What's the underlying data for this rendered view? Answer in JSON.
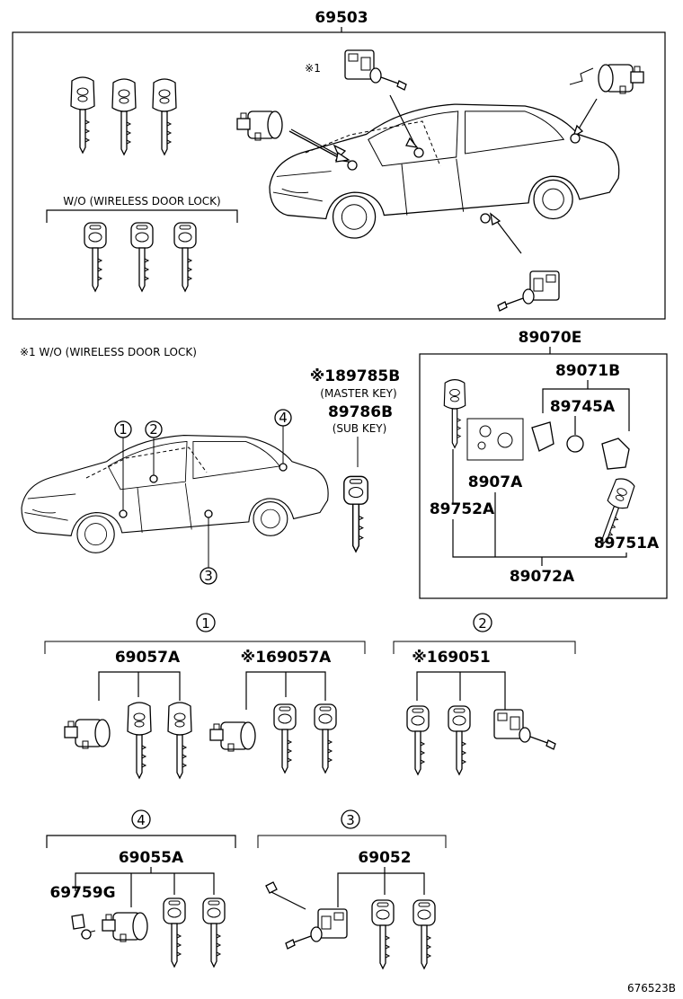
{
  "frames": {
    "top": {
      "part_no": "69503",
      "note_tag": "※1",
      "group_label": "W/O (WIRELESS DOOR LOCK)"
    },
    "footnote": "※1 W/O (WIRELESS DOOR LOCK)",
    "keys_side": {
      "master_part": "※189785B",
      "master_label": "(MASTER KEY)",
      "sub_part": "89786B",
      "sub_label": "(SUB KEY)"
    },
    "remote": {
      "title": "89070E",
      "p_89071B": "89071B",
      "p_89745A": "89745A",
      "p_8907A": "8907A",
      "p_89752A": "89752A",
      "p_89751A": "89751A",
      "p_89072A": "89072A"
    },
    "callouts": [
      "1",
      "2",
      "3",
      "4"
    ],
    "group1": {
      "circle": "1",
      "a": "69057A",
      "b": "※169057A"
    },
    "group2": {
      "circle": "2",
      "a": "※169051"
    },
    "group4": {
      "circle": "4",
      "a": "69055A",
      "b": "69759G"
    },
    "group3": {
      "circle": "3",
      "a": "69052"
    },
    "ref_code": "676523B"
  }
}
